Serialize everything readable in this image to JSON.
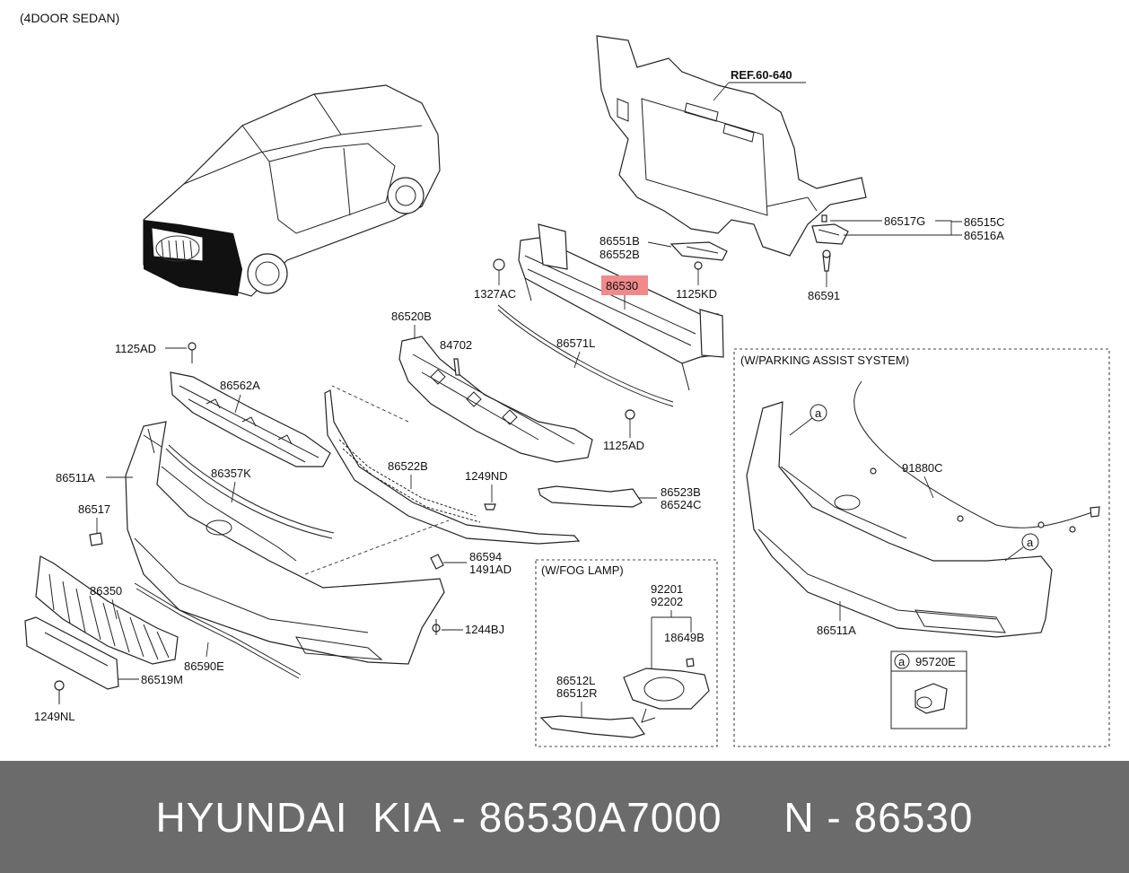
{
  "header": "(4DOOR SEDAN)",
  "ref_label": "REF.60-640",
  "highlight_color": "#f08a8a",
  "footer_text": "HYUNDAI  KIA - 86530A7000     N - 86530",
  "callouts": {
    "p86517G": "86517G",
    "p86515C": "86515C",
    "p86516A": "86516A",
    "p86591": "86591",
    "p86551B": "86551B",
    "p86552B": "86552B",
    "p1125KD": "1125KD",
    "p86530": "86530",
    "p1327AC": "1327AC",
    "p86520B": "86520B",
    "p84702": "84702",
    "p86571L": "86571L",
    "p1125AD_top": "1125AD",
    "p86562A": "86562A",
    "p1125AD_mid": "1125AD",
    "p86511A": "86511A",
    "p86357K": "86357K",
    "p86522B": "86522B",
    "p1249ND": "1249ND",
    "p86523B": "86523B",
    "p86524C": "86524C",
    "p86517": "86517",
    "p86594": "86594",
    "p1491AD": "1491AD",
    "p86350": "86350",
    "p1244BJ": "1244BJ",
    "p86590E": "86590E",
    "p86519M": "86519M",
    "p1249NL": "1249NL"
  },
  "fog_lamp_box": {
    "title": "(W/FOG LAMP)",
    "p92201": "92201",
    "p92202": "92202",
    "p18649B": "18649B",
    "p86512L": "86512L",
    "p86512R": "86512R"
  },
  "parking_box": {
    "title": "(W/PARKING ASSIST SYSTEM)",
    "marker": "a",
    "p91880C": "91880C",
    "p86511A": "86511A",
    "sensor_label": "95720E"
  }
}
